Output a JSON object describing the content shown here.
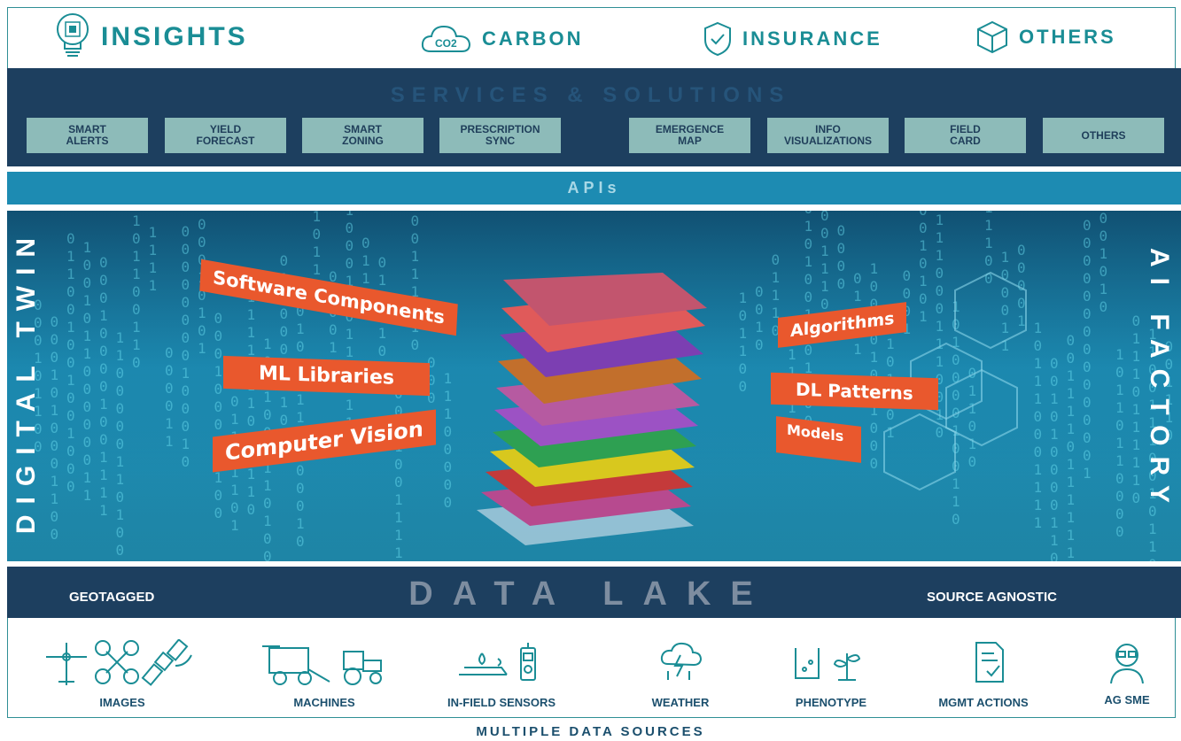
{
  "top": {
    "insights": "INSIGHTS",
    "carbon": "CARBON",
    "insurance": "INSURANCE",
    "others": "OTHERS",
    "co2": "CO2"
  },
  "services": {
    "title": "SERVICES & SOLUTIONS",
    "items": [
      "SMART\nALERTS",
      "YIELD\nFORECAST",
      "SMART\nZONING",
      "PRESCRIPTION\nSYNC",
      "EMERGENCE\nMAP",
      "INFO\nVISUALIZATIONS",
      "FIELD\nCARD",
      "OTHERS"
    ]
  },
  "api": "APIs",
  "center": {
    "left_vertical": "DIGITAL TWIN",
    "right_vertical": "AI FACTORY",
    "left_tags": [
      "Software Components",
      "ML Libraries",
      "Computer Vision"
    ],
    "right_tags": [
      "Algorithms",
      "DL Patterns",
      "Models"
    ]
  },
  "data_lake": {
    "title": "DATA LAKE",
    "left": "GEOTAGGED",
    "right": "SOURCE AGNOSTIC"
  },
  "sources": {
    "items": [
      "IMAGES",
      "MACHINES",
      "IN-FIELD SENSORS",
      "WEATHER",
      "PHENOTYPE",
      "MGMT ACTIONS",
      "AG SME"
    ],
    "footer": "MULTIPLE DATA SOURCES"
  },
  "colors": {
    "teal": "#1a8d95",
    "navy": "#1d3f5f",
    "orange": "#e9582d",
    "api_blue": "#1d8bb2",
    "service_box": "#8dbbb9"
  }
}
